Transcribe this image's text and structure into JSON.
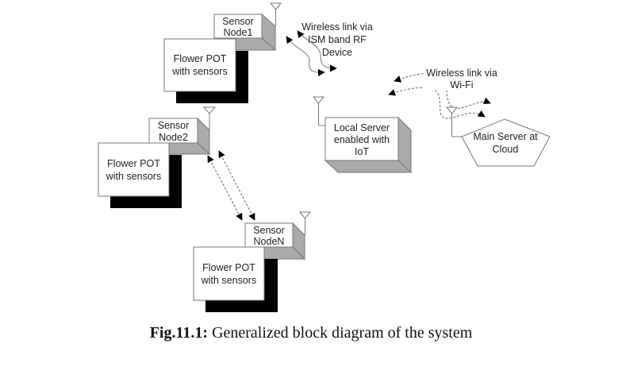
{
  "diagram": {
    "sensor_nodes": [
      {
        "id": "node1",
        "label_lines": [
          "Sensor",
          "Node1"
        ],
        "pot_label_lines": [
          "Flower POT",
          "with sensors"
        ]
      },
      {
        "id": "node2",
        "label_lines": [
          "Sensor",
          "Node2"
        ],
        "pot_label_lines": [
          "Flower POT",
          "with sensors"
        ]
      },
      {
        "id": "nodeN",
        "label_lines": [
          "Sensor",
          "NodeN"
        ],
        "pot_label_lines": [
          "Flower POT",
          "with sensors"
        ]
      }
    ],
    "local_server": {
      "label_lines": [
        "Local Server",
        "enabled with",
        "IoT"
      ]
    },
    "main_server": {
      "label_lines": [
        "Main Server at",
        "Cloud"
      ]
    },
    "links": {
      "ism": {
        "label_lines": [
          "Wireless link via",
          "ISM band RF",
          "Device"
        ]
      },
      "wifi": {
        "label_lines": [
          "Wireless link via",
          "Wi-Fi"
        ]
      }
    },
    "colors": {
      "box_fill": "#ffffff",
      "box_side": "#aaaaaa",
      "shadow": "#000000",
      "stroke": "#777777"
    }
  },
  "caption": {
    "prefix": "Fig.11.1:",
    "text": " Generalized block diagram of the system"
  }
}
